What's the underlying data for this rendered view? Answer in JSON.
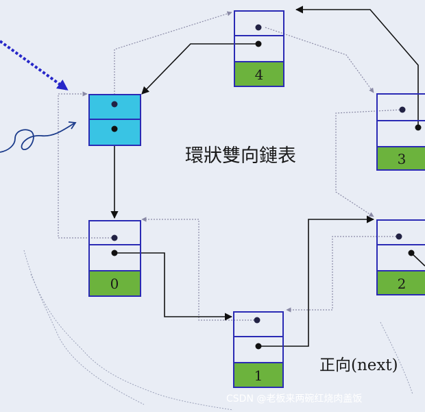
{
  "title": "環狀雙向鏈表",
  "direction_label": "正向(next)",
  "watermark": "CSDN @老板来两碗红烧肉盖饭",
  "head_node": {
    "fill": "#39c4e4"
  },
  "nodes": [
    {
      "id": "n4",
      "label": "4"
    },
    {
      "id": "n3",
      "label": "3"
    },
    {
      "id": "n2",
      "label": "2"
    },
    {
      "id": "n1",
      "label": "1"
    },
    {
      "id": "n0",
      "label": "0"
    }
  ],
  "colors": {
    "node_border": "#2a2ab4",
    "label_fill": "#6cb33d",
    "arrow_solid": "#111111",
    "arrow_dotted": "#8a8aa6",
    "pointer_hint": "#2626c8",
    "dot": "#222244"
  }
}
